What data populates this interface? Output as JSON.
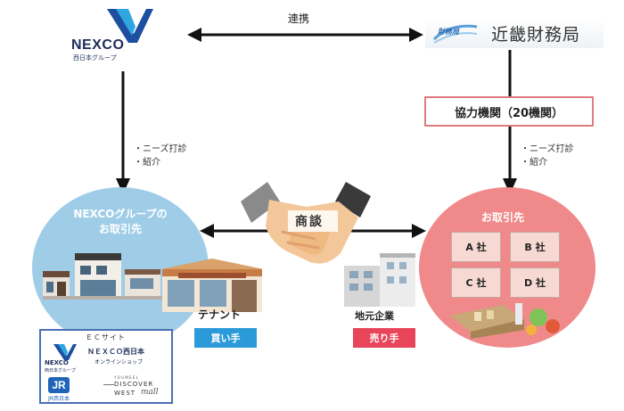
{
  "nexco": {
    "wordmark": "NEXCO",
    "subtitle": "西日本グループ"
  },
  "kinki": {
    "title": "近畿財務局",
    "mark_text": "財務局"
  },
  "link_label": "連携",
  "coop_box": "協力機関（20機関）",
  "left_bullets": [
    "・ニーズ打診",
    "・紹介"
  ],
  "right_bullets": [
    "・ニーズ打診",
    "・紹介"
  ],
  "left_circle": {
    "title_line1": "NEXCOグループの",
    "title_line2": "お取引先",
    "tenant_label": "テナント",
    "role": "買い手",
    "role_color": "#2b9ad8"
  },
  "center": {
    "label": "商談"
  },
  "right_circle": {
    "title": "お取引先",
    "companies": [
      "A 社",
      "B 社",
      "C 社",
      "D 社"
    ],
    "local_label": "地元企業",
    "role": "売り手",
    "role_color": "#e8445a"
  },
  "ec_site": {
    "title": "ＥＣサイト",
    "nexco_wordmark": "NEXCO",
    "nexco_sub": "西日本グループ",
    "shop_line1": "ＮＥＸＣＯ西日本",
    "shop_line2": "オンラインショップ",
    "jr_letters": "JR",
    "jr_sub": "JR西日本",
    "discover_top": "Y O U   M E E L",
    "discover_line1": "DISCOVER",
    "discover_line2": "WEST",
    "discover_script": "mall"
  },
  "colors": {
    "left_circle": "#9fcde8",
    "right_circle": "#f0898a",
    "nexco_navy": "#1d2d5a",
    "nexco_blue": "#2f8fd0"
  }
}
